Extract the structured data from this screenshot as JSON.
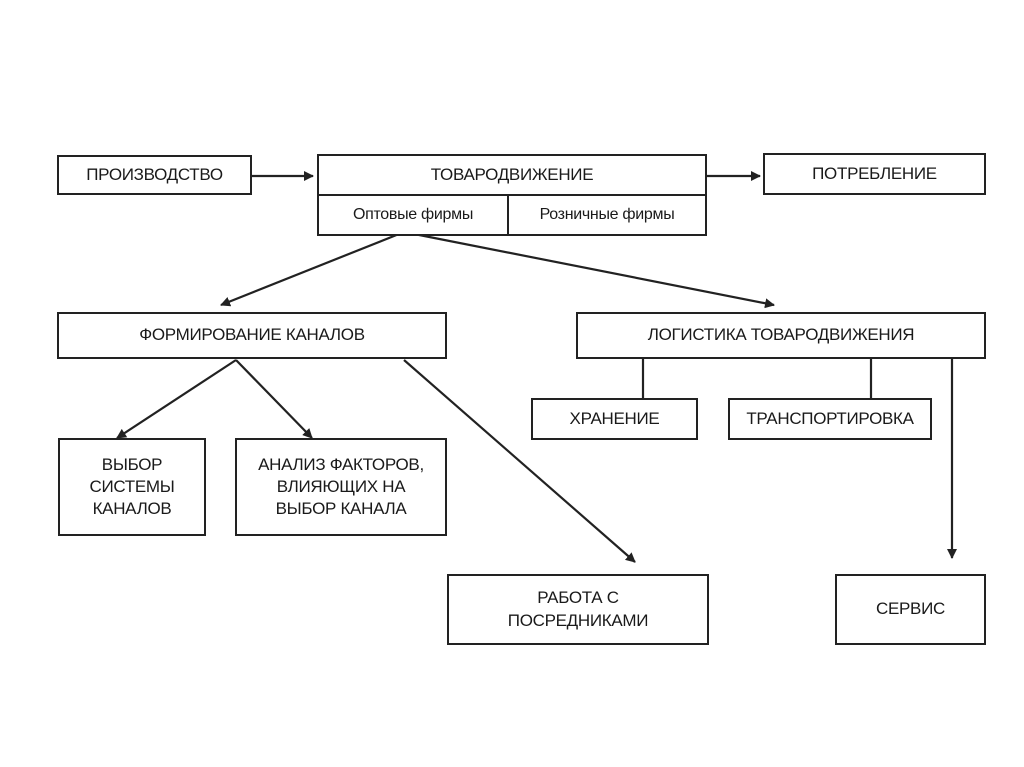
{
  "nodes": {
    "production": "ПРОИЗВОДСТВО",
    "distribution": "ТОВАРОДВИЖЕНИЕ",
    "wholesale": "Оптовые фирмы",
    "retail": "Розничные фирмы",
    "consumption": "ПОТРЕБЛЕНИЕ",
    "channel_formation": "ФОРМИРОВАНИЕ КАНАЛОВ",
    "logistics": "ЛОГИСТИКА ТОВАРОДВИЖЕНИЯ",
    "storage": "ХРАНЕНИЕ",
    "transportation": "ТРАНСПОРТИРОВКА",
    "channel_system_choice": "ВЫБОР\nСИСТЕМЫ\nКАНАЛОВ",
    "factor_analysis": "АНАЛИЗ ФАКТОРОВ,\nВЛИЯЮЩИХ НА\nВЫБОР КАНАЛА",
    "intermediaries": "РАБОТА С\nПОСРЕДНИКАМИ",
    "service": "СЕРВИС"
  },
  "colors": {
    "line": "#222222",
    "background": "#ffffff",
    "text": "#1a1a1a"
  }
}
